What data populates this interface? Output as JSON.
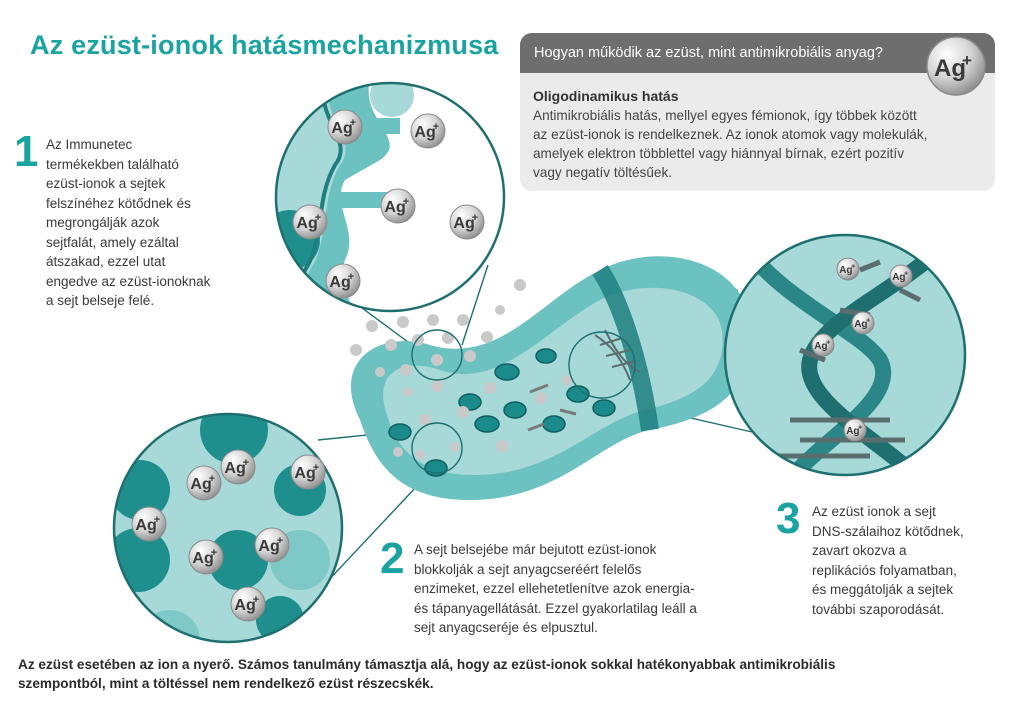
{
  "title": "Az ezüst-ionok hatásmechanizmusa",
  "infobox": {
    "heading": "Hogyan működik az ezüst, mint antimikrobiális anyag?",
    "subheading": "Oligodinamikus hatás",
    "lines": [
      "Antimikrobiális hatás, mellyel egyes fémionok, így többek között",
      "az ezüst-ionok is rendelkeznek. Az ionok atomok vagy molekulák,",
      "amelyek elektron többlettel vagy hiánnyal bírnak, ezért pozitív",
      "vagy negatív töltésűek."
    ]
  },
  "ion_symbol": "Ag",
  "ion_charge": "+",
  "steps": [
    {
      "number": "1",
      "lines": [
        "Az Immunetec",
        "termékekben található",
        "ezüst-ionok a sejtek",
        "felszínéhez kötődnek és",
        "megrongálják azok",
        "sejtfalát, amely ezáltal",
        "átszakad, ezzel utat",
        "engedve az ezüst-ionoknak",
        "a sejt belseje felé."
      ]
    },
    {
      "number": "2",
      "lines": [
        "A sejt belsejébe már bejutott ezüst-ionok",
        "blokkolják a sejt anyagcseréért felelős",
        "enzimeket, ezzel ellehetetlenítve azok energia-",
        "és tápanyagellátását. Ezzel gyakorlatilag leáll a",
        "sejt anyagcseréje és elpusztul."
      ]
    },
    {
      "number": "3",
      "lines": [
        "Az ezüst ionok a sejt",
        "DNS-szálaihoz kötődnek,",
        "zavart okozva a",
        "replikációs folyamatban,",
        "és meggátolják a sejtek",
        "további szaporodását."
      ]
    }
  ],
  "footer": [
    "Az ezüst esetében az ion a nyerő. Számos tanulmány támasztja alá, hogy az ezüst-ionok sokkal hatékonyabbak antimikrobiális",
    "szempontból, mint a töltéssel nem rendelkező ezüst részecskék."
  ],
  "colors": {
    "accent": "#1aa3a0",
    "cell_light": "#a7d9d8",
    "cell_mid": "#6cc2c0",
    "cell_dark": "#1f7f80",
    "header_gray": "#6e6e6e",
    "box_gray": "#ebebeb"
  }
}
